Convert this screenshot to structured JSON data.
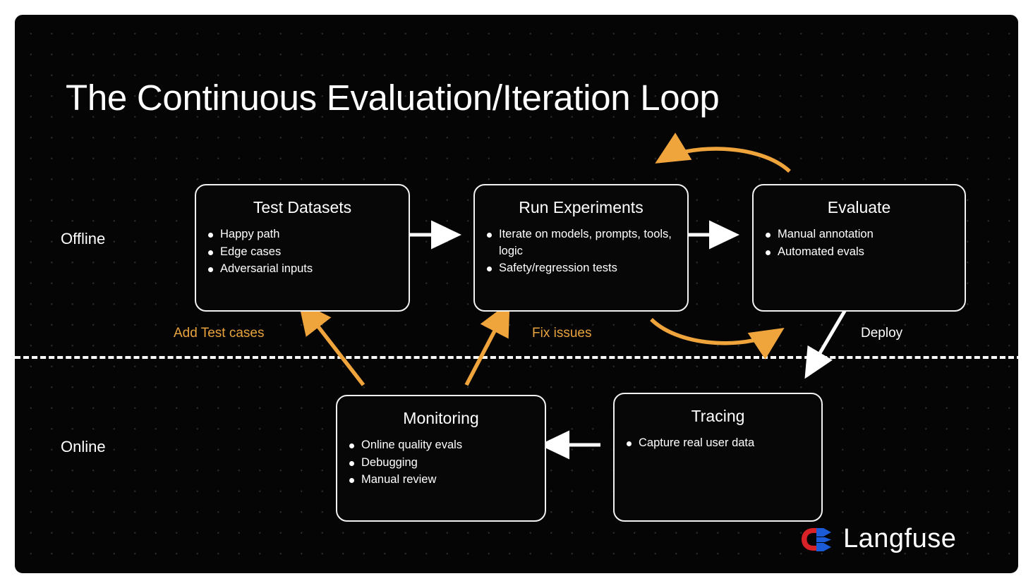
{
  "canvas": {
    "background_color": "#050505",
    "border_color": "#ffffff",
    "grid_dot_color": "#2a2a2a"
  },
  "title": "The Continuous Evaluation/Iteration Loop",
  "lanes": [
    {
      "id": "offline",
      "label": "Offline"
    },
    {
      "id": "online",
      "label": "Online"
    }
  ],
  "colors": {
    "accent_orange": "#e8a33d",
    "arrow_white": "#ffffff",
    "logo_red": "#d92128",
    "logo_blue": "#1c5bd8"
  },
  "nodes": [
    {
      "id": "test-datasets",
      "title": "Test Datasets",
      "items": [
        "Happy path",
        "Edge cases",
        "Adversarial inputs"
      ]
    },
    {
      "id": "run-experiments",
      "title": "Run Experiments",
      "items": [
        "Iterate on models, prompts, tools, logic",
        "Safety/regression tests"
      ]
    },
    {
      "id": "evaluate",
      "title": "Evaluate",
      "items": [
        "Manual annotation",
        "Automated evals"
      ]
    },
    {
      "id": "monitoring",
      "title": "Monitoring",
      "items": [
        "Online quality evals",
        "Debugging",
        "Manual review"
      ]
    },
    {
      "id": "tracing",
      "title": "Tracing",
      "items": [
        "Capture real user data"
      ]
    }
  ],
  "edge_labels": {
    "add_test_cases": "Add Test cases",
    "fix_issues": "Fix issues",
    "deploy": "Deploy"
  },
  "logo": {
    "text": "Langfuse"
  }
}
